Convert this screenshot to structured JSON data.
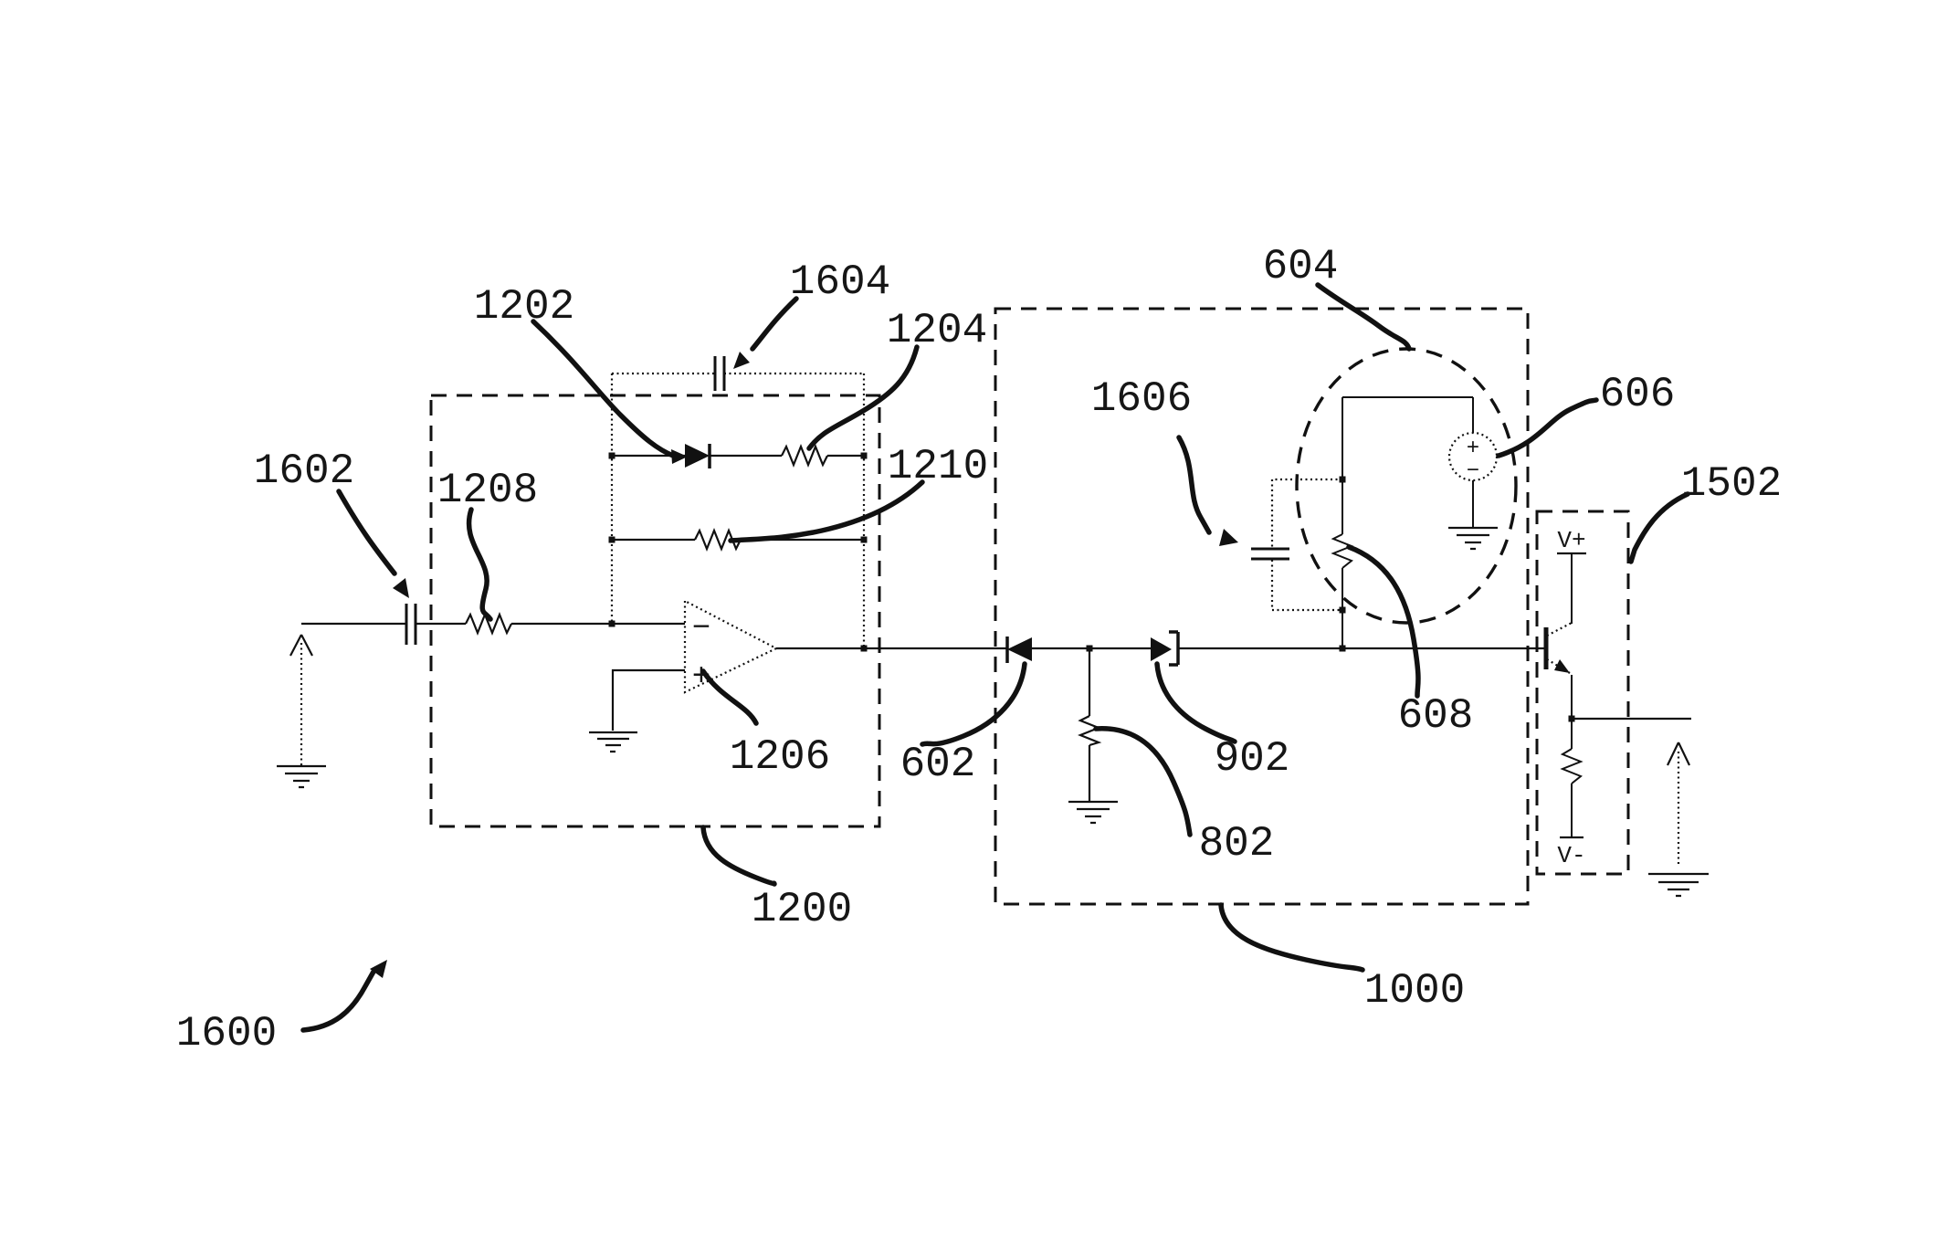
{
  "figure": {
    "kind": "patent-circuit-schematic",
    "colors": {
      "line": "#111111",
      "background": "#ffffff"
    },
    "labels": {
      "n1600": "1600",
      "n1602": "1602",
      "n1208": "1208",
      "n1202": "1202",
      "n1604": "1604",
      "n1204": "1204",
      "n1210": "1210",
      "n1206": "1206",
      "n1200": "1200",
      "n602": "602",
      "n802": "802",
      "n902": "902",
      "n1000": "1000",
      "n1606": "1606",
      "n604": "604",
      "n606": "606",
      "n608": "608",
      "n1502": "1502",
      "v_plus": "V+",
      "v_minus": "V-",
      "opamp_minus": "−",
      "opamp_plus": "+",
      "source_plus": "+",
      "source_minus": "−"
    }
  }
}
